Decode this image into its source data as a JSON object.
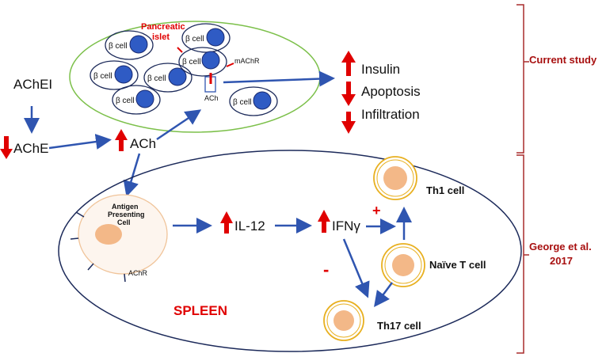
{
  "islet": {
    "label_line1": "Pancreatic",
    "label_line2": "islet",
    "receptor": "mAChR",
    "ach_small": "ACh"
  },
  "beta_cell": "β cell",
  "pathway": {
    "acheI": "AChEI",
    "ache": "AChE",
    "ach": "ACh"
  },
  "outcomes": {
    "insulin": "Insulin",
    "apoptosis": "Apoptosis",
    "infiltration": "Infiltration"
  },
  "spleen": {
    "label": "SPLEEN",
    "apc_line1": "Antigen",
    "apc_line2": "Presenting",
    "apc_line3": "Cell",
    "achr": "AChR",
    "il12": "IL-12",
    "ifng": "IFNγ",
    "plus": "+",
    "minus": "-",
    "th1": "Th1  cell",
    "naive": "Naïve T cell",
    "th17": "Th17 cell"
  },
  "brackets": {
    "current": "Current study",
    "george_line1": "George et al.",
    "george_line2": "2017"
  },
  "colors": {
    "arrow_blue": "#2f55b0",
    "up_down_red": "#e00000",
    "islet_border": "#7cc04a",
    "cell_fill": "#2f5bc4",
    "bracket": "#a82b2b",
    "tcell_border": "#e8b020",
    "tcell_nucleus": "#f3b888"
  }
}
